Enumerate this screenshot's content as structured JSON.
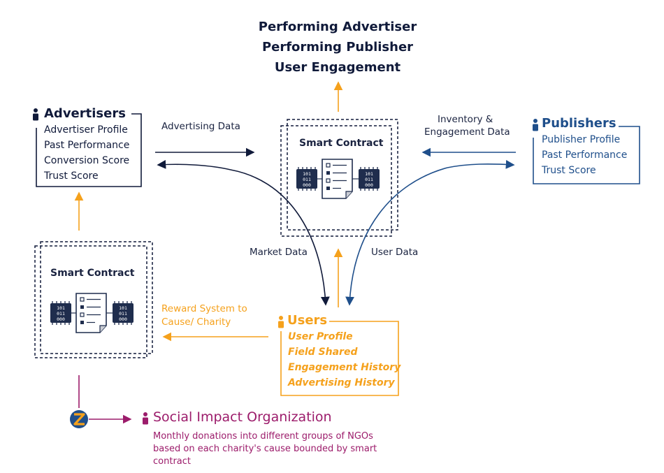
{
  "header": {
    "lines": [
      "Performing Advertiser",
      "Performing Publisher",
      "User Engagement"
    ]
  },
  "advertisers": {
    "title": "Advertisers",
    "items": [
      "Advertiser Profile",
      "Past Performance",
      "Conversion Score",
      "Trust Score"
    ]
  },
  "publishers": {
    "title": "Publishers",
    "items": [
      "Publisher Profile",
      "Past Performance",
      "Trust Score"
    ]
  },
  "users": {
    "title": "Users",
    "items": [
      "User Profile",
      "Field Shared",
      "Engagement History",
      "Advertising History"
    ]
  },
  "smart_contract_main": {
    "title": "Smart Contract"
  },
  "smart_contract_left": {
    "title": "Smart Contract"
  },
  "flows": {
    "advertising_data": "Advertising Data",
    "inventory_line1": "Inventory &",
    "inventory_line2": "Engagement Data",
    "market_data": "Market Data",
    "user_data": "User Data",
    "reward_line1": "Reward System to",
    "reward_line2": "Cause/ Charity"
  },
  "social_impact": {
    "title": "Social Impact Organization",
    "description_lines": [
      "Monthly donations into different groups of NGOs",
      "based on each charity's cause bounded by smart",
      "contract"
    ]
  },
  "colors": {
    "navy": "#101a3a",
    "blue": "#1f4f8b",
    "orange": "#f5a11c",
    "purple": "#9c1c6b"
  },
  "icons": [
    "person-icon",
    "document-icon",
    "binary-chip-icon",
    "coin-logo-icon"
  ]
}
